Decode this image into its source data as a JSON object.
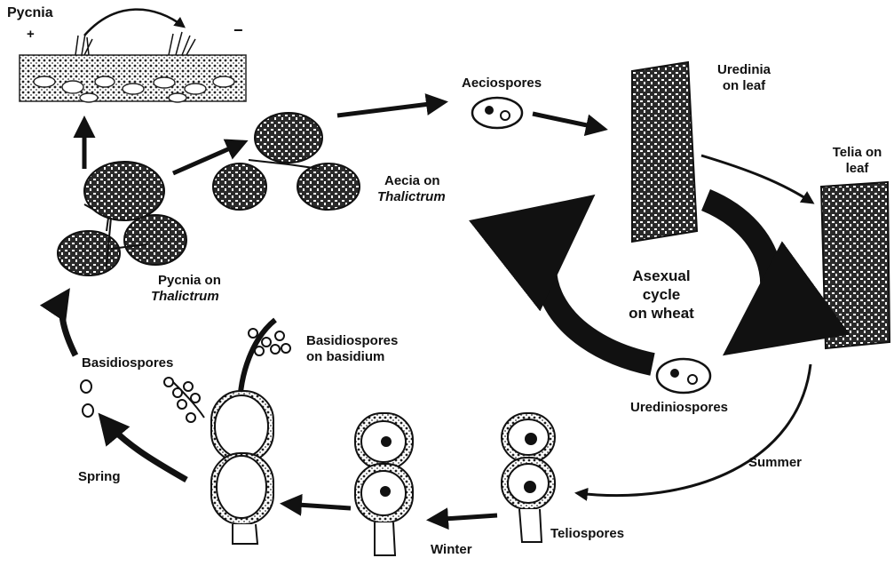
{
  "labels": {
    "pycnia_top": "Pycnia",
    "plus_sign": "+",
    "minus_sign": "−",
    "aeciospores": "Aeciospores",
    "uredinia_line1": "Uredinia",
    "uredinia_line2": "on leaf",
    "aecia_line1": "Aecia on",
    "aecia_line2": "Thalictrum",
    "telia_line1": "Telia on",
    "telia_line2": "leaf",
    "pycnia_host_line1": "Pycnia on",
    "pycnia_host_line2": "Thalictrum",
    "asexual_line1": "Asexual",
    "asexual_line2": "cycle",
    "asexual_line3": "on wheat",
    "basidiospores": "Basidiospores",
    "basidiospores_on_basidium_line1": "Basidiospores",
    "basidiospores_on_basidium_line2": "on basidium",
    "urediniospores": "Urediniospores",
    "summer": "Summer",
    "spring": "Spring",
    "teliospores": "Teliospores",
    "winter": "Winter"
  }
}
